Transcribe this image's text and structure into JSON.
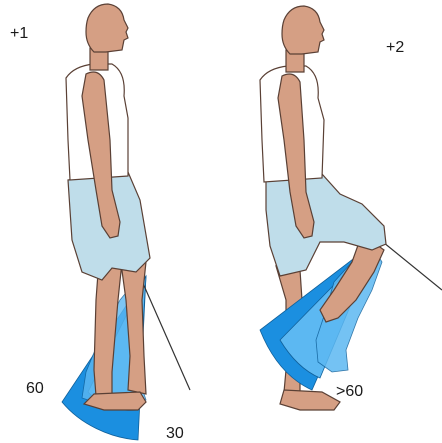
{
  "colors": {
    "skin": "#D59F84",
    "skin_outline": "#5A4035",
    "shirt": "#FFFFFF",
    "shorts": "#BFDDEA",
    "wedge_dark": "#1B8FE0",
    "wedge_light": "#5CB8F2",
    "line": "#333333"
  },
  "figures": [
    {
      "grade_label": "+1",
      "swing_angle_label": "60",
      "limit_angle_label": "30"
    },
    {
      "grade_label": "+2",
      "swing_angle_label": ">60"
    }
  ]
}
